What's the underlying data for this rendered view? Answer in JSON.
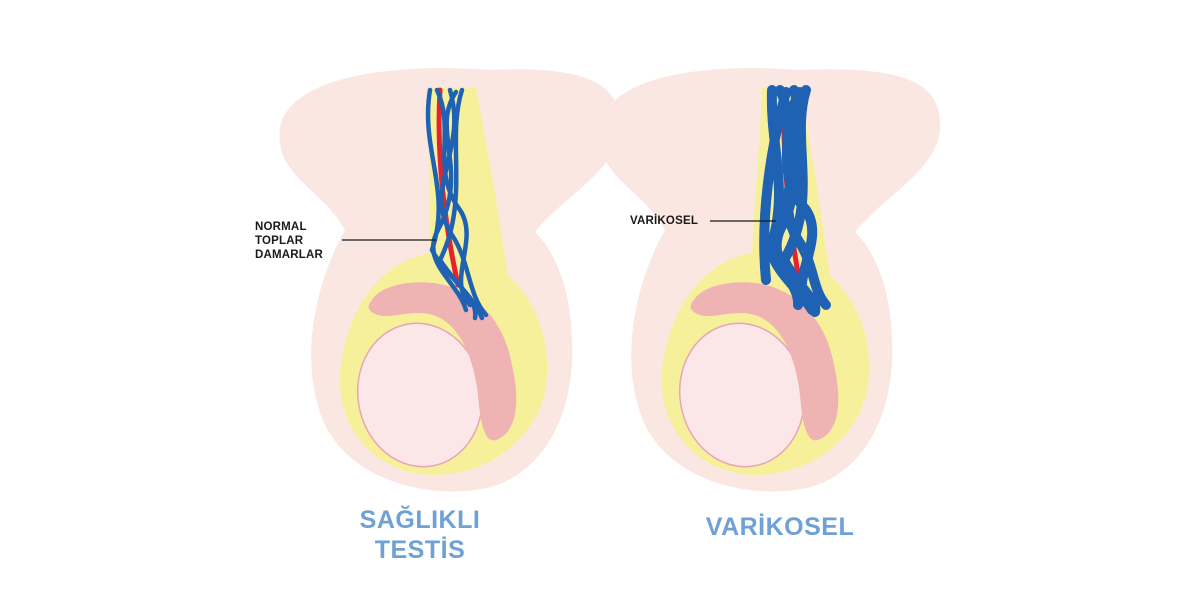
{
  "colors": {
    "skin": "#fbe7e1",
    "fat": "#f7f09b",
    "testis": "#fbe6e8",
    "testis_edge": "#e6a7b5",
    "epididymis": "#f0b3b4",
    "vein": "#1f61b3",
    "artery": "#e52330",
    "caption": "#6fa1d4",
    "label": "#1a1a1a"
  },
  "left": {
    "callout_line1": "NORMAL TOPLAR",
    "callout_line2": "DAMARLAR",
    "caption_line1": "SAĞLIKLI",
    "caption_line2": "TESTİS"
  },
  "right": {
    "callout": "VARİKOSEL",
    "caption": "VARİKOSEL"
  }
}
